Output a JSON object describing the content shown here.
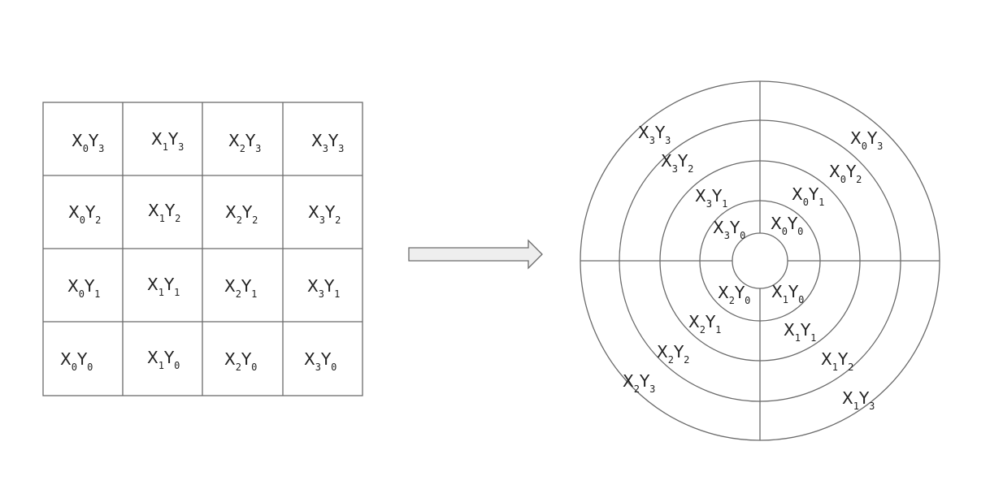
{
  "grid": {
    "rows": [
      [
        "X0Y3",
        "X1Y3",
        "X2Y3",
        "X3Y3"
      ],
      [
        "X0Y2",
        "X1Y2",
        "X2Y2",
        "X3Y2"
      ],
      [
        "X0Y1",
        "X1Y1",
        "X2Y1",
        "X3Y1"
      ],
      [
        "X0Y0",
        "X1Y0",
        "X2Y0",
        "X3Y0"
      ]
    ]
  },
  "polar": {
    "ring_count": 4,
    "quadrants": [
      {
        "name": "top-right",
        "labels": [
          "X0Y0",
          "X0Y1",
          "X0Y2",
          "X0Y3"
        ]
      },
      {
        "name": "top-left",
        "labels": [
          "X3Y0",
          "X3Y1",
          "X3Y2",
          "X3Y3"
        ]
      },
      {
        "name": "bottom-left",
        "labels": [
          "X2Y0",
          "X2Y1",
          "X2Y2",
          "X2Y3"
        ]
      },
      {
        "name": "bottom-right",
        "labels": [
          "X1Y0",
          "X1Y1",
          "X1Y2",
          "X1Y3"
        ]
      }
    ]
  },
  "colors": {
    "line": "#6b6b6b",
    "arrow_fill": "#eeeeee",
    "text": "#222222"
  }
}
